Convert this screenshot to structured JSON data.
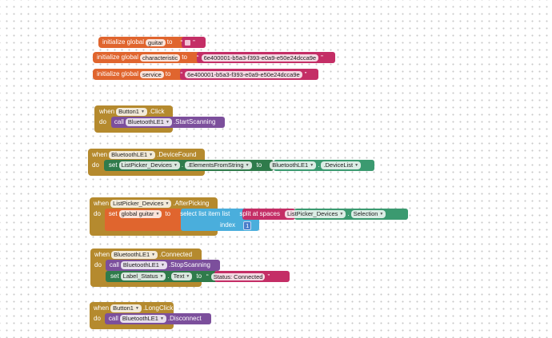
{
  "colors": {
    "variables": "#e0652e",
    "text": "#c42e66",
    "events": "#b58a2e",
    "procedures": "#7c4f9c",
    "component_setter": "#2f7b4b",
    "component_getter": "#3b9a70",
    "lists": "#4aaedc",
    "math": "#3c6bbf"
  },
  "globals": [
    {
      "keyword": "initialize global",
      "name": "guitar",
      "to": "to",
      "value": ""
    },
    {
      "keyword": "initialize global",
      "name": "characteristic",
      "to": "to",
      "value": "6e400001-b5a3-f393-e0a9-e50e24dcca9e"
    },
    {
      "keyword": "initialize global",
      "name": "service",
      "to": "to",
      "value": "6e400001-b5a3-f393-e0a9-e50e24dcca9e"
    }
  ],
  "events": {
    "button1_click": {
      "when": "when",
      "component": "Button1",
      "event": ".Click",
      "do": "do",
      "call": "call",
      "target": "BluetoothLE1",
      "method": ".StartScanning"
    },
    "device_found": {
      "when": "when",
      "component": "BluetoothLE1",
      "event": ".DeviceFound",
      "do": "do",
      "set": "set",
      "target": "ListPicker_Devices",
      "property": ".ElementsFromString",
      "to": "to",
      "value_component": "BluetoothLE1",
      "value_property": ".DeviceList"
    },
    "after_picking": {
      "when": "when",
      "component": "ListPicker_Devices",
      "event": ".AfterPicking",
      "do": "do",
      "set": "set",
      "variable": "global guitar",
      "to": "to",
      "select_label": "select list item  list",
      "split_label": "split at spaces",
      "split_component": "ListPicker_Devices",
      "split_property": "Selection",
      "index_label": "index",
      "index_value": "1"
    },
    "connected": {
      "when": "when",
      "component": "BluetoothLE1",
      "event": ".Connected",
      "do": "do",
      "call": "call",
      "call_target": "BluetoothLE1",
      "call_method": ".StopScanning",
      "set": "set",
      "set_target": "Label_Status",
      "set_property": "Text",
      "to": "to",
      "set_value": "Status: Connected"
    },
    "long_click": {
      "when": "when",
      "component": "Button1",
      "event": ".LongClick",
      "do": "do",
      "call": "call",
      "target": "BluetoothLE1",
      "method": ".Disconnect"
    }
  }
}
